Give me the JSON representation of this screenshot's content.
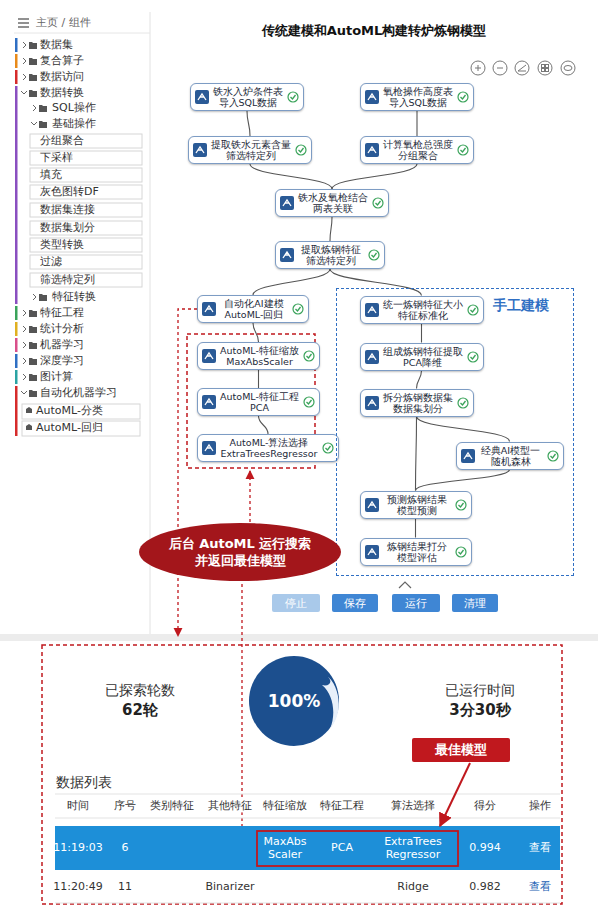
{
  "diagram": {
    "title": "传统建模和AutoML构建转炉炼钢模型",
    "nodes": [
      {
        "text": [
          "铁水入炉条件表",
          "导入SQL数据"
        ]
      },
      {
        "text": [
          "氧枪操作高度表",
          "导入SQL数据"
        ]
      },
      {
        "text": [
          "提取铁水元素含量",
          "筛选特定列"
        ]
      },
      {
        "text": [
          "计算氧枪总强度",
          "分组聚合"
        ]
      },
      {
        "text": [
          "铁水及氧枪结合",
          "两表关联"
        ]
      },
      {
        "text": [
          "提取炼钢特征",
          "筛选特定列"
        ]
      },
      {
        "text": [
          "自动化AI建模",
          "AutoML-回归"
        ]
      },
      {
        "text": [
          "AutoML-特征缩放",
          "MaxAbsScaler"
        ]
      },
      {
        "text": [
          "AutoML-特征工程",
          "PCA"
        ]
      },
      {
        "text": [
          "AutoML-算法选择",
          "ExtraTreesRegressor"
        ]
      },
      {
        "text": [
          "手工建模"
        ]
      },
      {
        "text": [
          "统一炼钢特征大小",
          "特征标准化"
        ],
        "in": 10
      },
      {
        "text": [
          "组成炼钢特征提取",
          "PCA降维"
        ],
        "in": 10
      },
      {
        "text": [
          "拆分炼钢数据集",
          "数据集划分"
        ],
        "in": 10
      },
      {
        "text": [
          "经典AI模型一",
          "随机森林"
        ],
        "in": 10
      },
      {
        "text": [
          "预测炼钢结果",
          "模型预测"
        ],
        "in": 10
      },
      {
        "text": [
          "炼钢结果打分",
          "模型评估"
        ],
        "in": 10
      },
      {
        "text": [
          "后台 AutoML 运行搜索 并返回最佳模型"
        ]
      },
      {
        "text": [
          "停止"
        ]
      },
      {
        "text": [
          "保存"
        ]
      },
      {
        "text": [
          "运行"
        ]
      },
      {
        "text": [
          "清理"
        ]
      },
      {
        "text": [
          "100%"
        ]
      },
      {
        "text": [
          "最佳模型"
        ]
      }
    ],
    "edges": [
      {
        "from": 0,
        "to": 2,
        "arrow": "none"
      },
      {
        "from": 1,
        "to": 3,
        "arrow": "none"
      },
      {
        "from": 2,
        "to": 4,
        "arrow": "none"
      },
      {
        "from": 3,
        "to": 4,
        "arrow": "none"
      },
      {
        "from": 4,
        "to": 5,
        "arrow": "none"
      },
      {
        "from": 5,
        "to": 6,
        "arrow": "none"
      },
      {
        "from": 5,
        "to": 11,
        "arrow": "none"
      },
      {
        "from": 6,
        "to": 7,
        "arrow": "none"
      },
      {
        "from": 7,
        "to": 8,
        "arrow": "none"
      },
      {
        "from": 8,
        "to": 9,
        "arrow": "none"
      },
      {
        "from": 11,
        "to": 12,
        "arrow": "none"
      },
      {
        "from": 12,
        "to": 13,
        "arrow": "none"
      },
      {
        "from": 13,
        "to": 14,
        "arrow": "none"
      },
      {
        "from": 13,
        "to": 15,
        "arrow": "none"
      },
      {
        "from": 14,
        "to": 15,
        "arrow": "none"
      },
      {
        "from": 15,
        "to": 16,
        "arrow": "none"
      }
    ],
    "labels": [
      "主页 / 组件",
      "数据集",
      "复合算子",
      "数据访问",
      "数据转换",
      "SQL操作",
      "基础操作",
      "分组聚合",
      "下采样",
      "填充",
      "灰色图转DF",
      "数据集连接",
      "数据集划分",
      "类型转换",
      "过滤",
      "筛选特定列",
      "特征转换",
      "特征工程",
      "统计分析",
      "机器学习",
      "深度学习",
      "图计算",
      "自动化机器学习",
      "AutoML-分类",
      "AutoML-回归",
      "已探索轮数",
      "62轮",
      "已运行时间",
      "3分30秒",
      "数据列表",
      "时间",
      "序号",
      "类别特征",
      "其他特征",
      "特征缩放",
      "特征工程",
      "算法选择",
      "得分",
      "操作",
      "11:19:03",
      "6",
      "MaxAbs Scaler",
      "PCA",
      "ExtraTrees Regressor",
      "0.994",
      "查看",
      "11:20:49",
      "11",
      "Binarizer",
      "Ridge",
      "0.982",
      "查看"
    ]
  }
}
